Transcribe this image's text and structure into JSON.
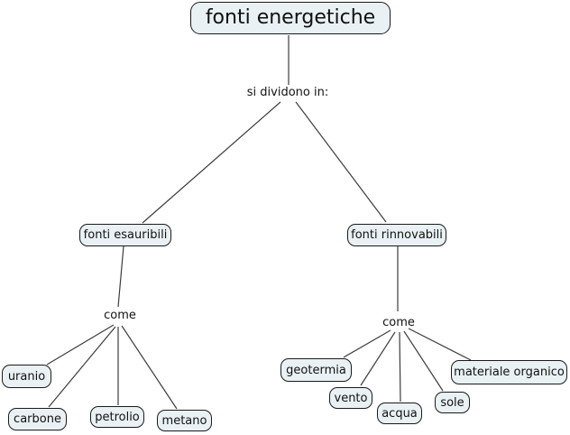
{
  "map": {
    "root": "fonti energetiche",
    "linking_phrases": {
      "divide": "si dividono in:",
      "come_left": "come",
      "come_right": "come"
    },
    "branches": {
      "esauribili": {
        "label": "fonti esauribili",
        "children": [
          "uranio",
          "carbone",
          "petrolio",
          "metano"
        ]
      },
      "rinnovabili": {
        "label": "fonti rinnovabili",
        "children": [
          "geotermia",
          "vento",
          "acqua",
          "sole",
          "materiale organico"
        ]
      }
    }
  },
  "colors": {
    "node_fill": "#eaf1f4",
    "node_border": "#1a1a1a",
    "line": "#3c3c3c",
    "text": "#111111",
    "background": "#ffffff"
  }
}
